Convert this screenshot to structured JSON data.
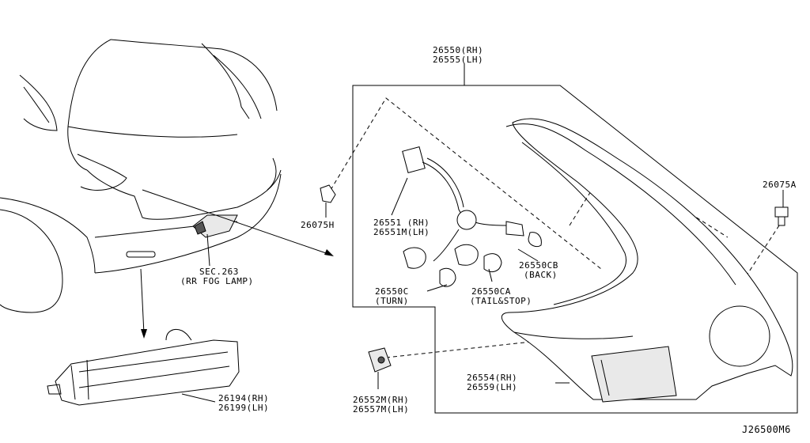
{
  "callouts": {
    "lamp_assembly": {
      "rh": "26550(RH)",
      "lh": "26555(LH)"
    },
    "bolt_right": "26075A",
    "clip_left": "26075H",
    "harness": {
      "rh": "26551 (RH)",
      "lh": "26551M(LH)"
    },
    "socket_back": {
      "code": "26550CB",
      "desc": "(BACK)"
    },
    "socket_turn": {
      "code": "26550C",
      "desc": "(TURN)"
    },
    "socket_tail": {
      "code": "26550CA",
      "desc": "(TAIL&STOP)"
    },
    "lens_housing": {
      "rh": "26554(RH)",
      "lh": "26559(LH)"
    },
    "grommet": {
      "rh": "26552M(RH)",
      "lh": "26557M(LH)"
    },
    "fog_lamp_ref": {
      "sec": "SEC.263",
      "desc": "(RR FOG LAMP)"
    },
    "reflector": {
      "rh": "26194(RH)",
      "lh": "26199(LH)"
    }
  },
  "diagram_id": "J26500M6"
}
